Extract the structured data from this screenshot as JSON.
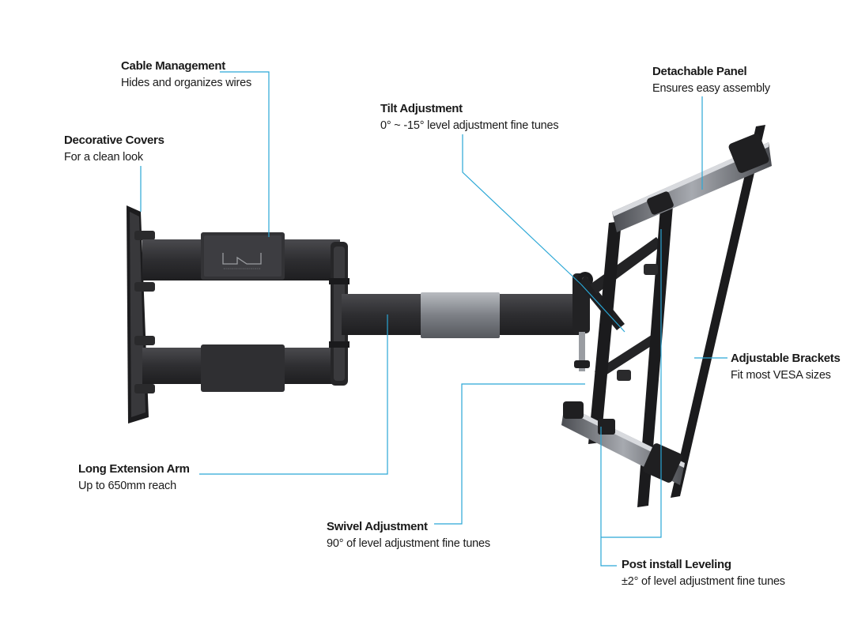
{
  "callouts": {
    "cable_management": {
      "title": "Cable Management",
      "desc": "Hides and organizes wires"
    },
    "decorative_covers": {
      "title": "Decorative Covers",
      "desc": "For a clean look"
    },
    "tilt_adjustment": {
      "title": "Tilt Adjustment",
      "desc": "0° ~ -15° level adjustment fine tunes"
    },
    "detachable_panel": {
      "title": "Detachable Panel",
      "desc": "Ensures easy assembly"
    },
    "adjustable_brackets": {
      "title": "Adjustable Brackets",
      "desc": "Fit most VESA sizes"
    },
    "long_extension_arm": {
      "title": "Long Extension Arm",
      "desc": "Up to 650mm reach"
    },
    "swivel_adjustment": {
      "title": "Swivel Adjustment",
      "desc": "90° of level adjustment fine tunes"
    },
    "post_install_leveling": {
      "title": "Post install Leveling",
      "desc": "±2° of level adjustment fine tunes"
    }
  },
  "colors": {
    "leader": "#2aa7d6",
    "metal_dark": "#2b2b2d",
    "metal_mid": "#3c3c3f",
    "steel": "#8a8d92"
  }
}
